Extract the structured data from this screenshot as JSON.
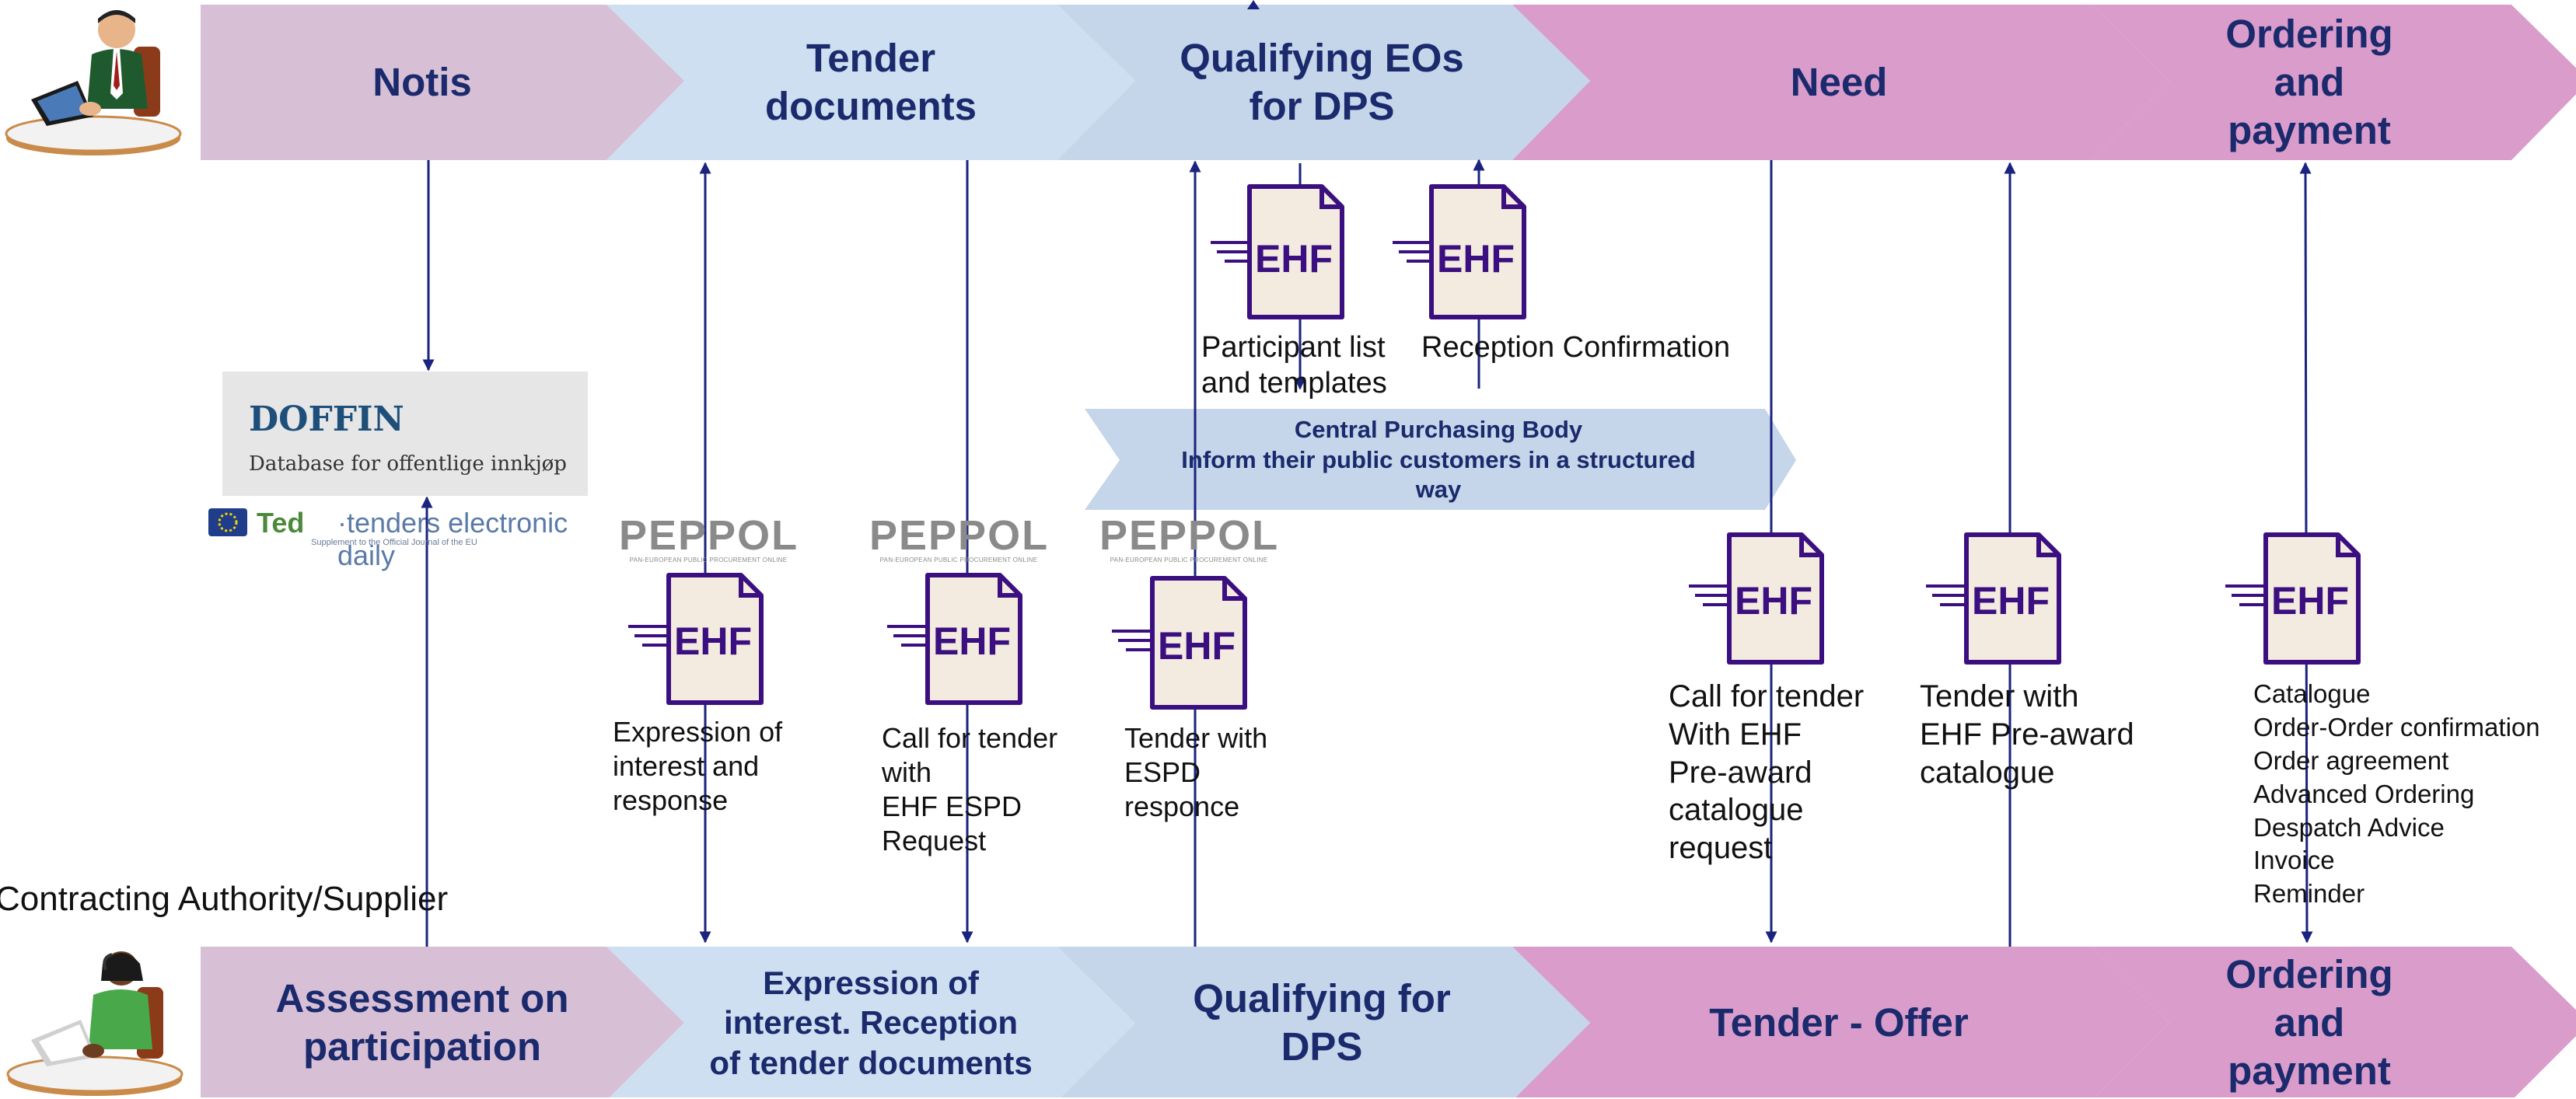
{
  "colors": {
    "stage_mauve": "#d7bfd6",
    "stage_light_blue": "#cddff0",
    "stage_blue": "#c5d5ea",
    "stage_pink": "#d99ccb",
    "label_navy": "#1a2a6c",
    "arrow_navy": "#1a237e",
    "ehf_paper": "#f3ebe0",
    "ehf_purple": "#3b0f80"
  },
  "top_stages": [
    {
      "label": "Notis"
    },
    {
      "label": "Tender\ndocuments"
    },
    {
      "label": "Qualifying EOs\nfor DPS"
    },
    {
      "label": "Need"
    },
    {
      "label": "Ordering\nand\npayment"
    }
  ],
  "bottom_stages": [
    {
      "label": "Assessment on\nparticipation"
    },
    {
      "label": "Expression of\ninterest. Reception\nof tender documents"
    },
    {
      "label": "Qualifying for\nDPS"
    },
    {
      "label": "Tender - Offer"
    },
    {
      "label": "Ordering\nand\npayment"
    }
  ],
  "actors": {
    "top_icon": "businessman-at-laptop-icon",
    "bottom_icon": "woman-with-headset-at-laptop-icon",
    "bottom_label": "Contracting Authority/Supplier"
  },
  "doffin": {
    "title": "DOFFIN",
    "subtitle": "Database for offentlige innkjøp"
  },
  "ted": {
    "brand": "Ted",
    "rest": "·tenders electronic daily",
    "tagline": "Supplement to the Official Journal of the EU"
  },
  "peppol": {
    "word": "PEPPOL",
    "tagline": "PAN-EUROPEAN PUBLIC PROCUREMENT ONLINE"
  },
  "ehf_text": "EHF",
  "documents": [
    {
      "label": "Participant list\nand templates"
    },
    {
      "label": "Reception Confirmation"
    },
    {
      "label": "Expression of\ninterest and\nresponse"
    },
    {
      "label": "Call for tender\nwith\nEHF ESPD\nRequest"
    },
    {
      "label": "Tender with\nESPD\nresponce"
    },
    {
      "label": "Call for tender\nWith EHF\nPre-award\ncatalogue\nrequest"
    },
    {
      "label": "Tender with\nEHF Pre-award\ncatalogue"
    }
  ],
  "ordering_messages": [
    "Catalogue",
    "Order-Order confirmation",
    "Order agreement",
    "Advanced Ordering",
    "Despatch Advice",
    "Invoice",
    "Reminder"
  ],
  "cpb": {
    "line1": "Central Purchasing Body",
    "line2": "Inform their public customers in a structured\nway"
  }
}
